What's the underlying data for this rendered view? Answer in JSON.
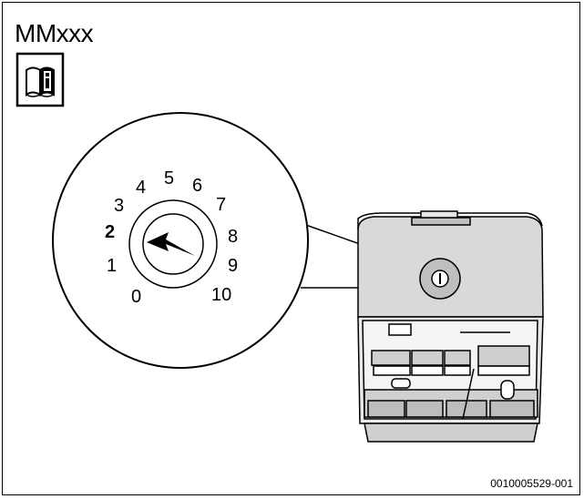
{
  "diagram": {
    "title": "MMxxx",
    "figure_code": "0010005529-001",
    "manual_icon": "manual-info-icon",
    "dial": {
      "positions": [
        "0",
        "1",
        "2",
        "3",
        "4",
        "5",
        "6",
        "7",
        "8",
        "9",
        "10"
      ],
      "selected": "2"
    }
  }
}
